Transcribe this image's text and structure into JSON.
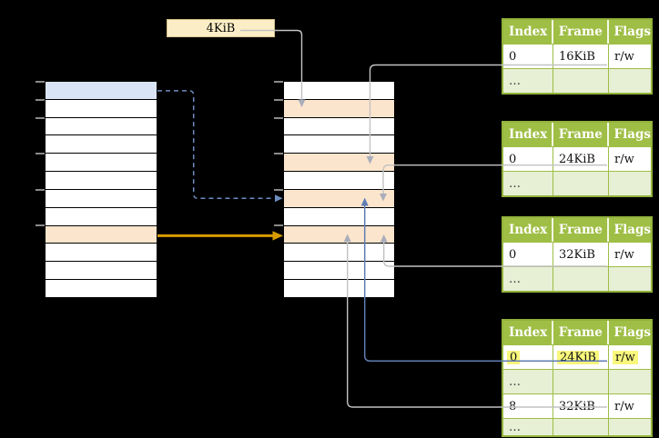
{
  "size_label": {
    "text": "4KiB"
  },
  "memory": {
    "virtual": {
      "name": "virtual-memory",
      "rows": [
        "blue",
        "white",
        "white",
        "white",
        "white",
        "white",
        "white",
        "white",
        "orange",
        "white",
        "white",
        "white"
      ],
      "tick_rows": [
        0,
        1,
        2,
        4,
        6,
        8
      ]
    },
    "physical": {
      "name": "physical-memory",
      "rows": [
        "white",
        "orange",
        "white",
        "white",
        "orange",
        "white",
        "orange",
        "white",
        "orange",
        "white",
        "white",
        "white"
      ],
      "tick_rows": [
        0,
        1,
        2,
        4,
        6,
        8
      ]
    }
  },
  "page_tables": [
    {
      "name": "page-table-16kib",
      "headers": [
        "Index",
        "Frame",
        "Flags"
      ],
      "rows": [
        {
          "cells": [
            "0",
            "16KiB",
            "r/w"
          ],
          "variant": "white"
        },
        {
          "cells": [
            "…",
            "",
            ""
          ],
          "variant": "green"
        }
      ]
    },
    {
      "name": "page-table-24kib",
      "headers": [
        "Index",
        "Frame",
        "Flags"
      ],
      "rows": [
        {
          "cells": [
            "0",
            "24KiB",
            "r/w"
          ],
          "variant": "white"
        },
        {
          "cells": [
            "…",
            "",
            ""
          ],
          "variant": "green"
        }
      ]
    },
    {
      "name": "page-table-32kib",
      "headers": [
        "Index",
        "Frame",
        "Flags"
      ],
      "rows": [
        {
          "cells": [
            "0",
            "32KiB",
            "r/w"
          ],
          "variant": "white"
        },
        {
          "cells": [
            "…",
            "",
            ""
          ],
          "variant": "green"
        }
      ]
    },
    {
      "name": "page-table-level4",
      "headers": [
        "Index",
        "Frame",
        "Flags"
      ],
      "rows": [
        {
          "cells": [
            "0",
            "24KiB",
            "r/w"
          ],
          "variant": "white",
          "highlighted": true
        },
        {
          "cells": [
            "…",
            "",
            ""
          ],
          "variant": "green"
        },
        {
          "cells": [
            "8",
            "32KiB",
            "r/w"
          ],
          "variant": "white"
        },
        {
          "cells": [
            "…",
            "",
            ""
          ],
          "variant": "green",
          "height": 19
        }
      ]
    }
  ],
  "colors": {
    "background": "#000000",
    "table_header_green": "#9FBE45",
    "table_border_green": "#93B23C",
    "table_row_light_green": "#E7EFD5",
    "highlight_yellow": "#F9F77C",
    "memory_row_blue": "#D9E5F7",
    "memory_row_orange": "#FCE5CD",
    "size_label_tan": "#FBEEC6",
    "arrow_orange": "#D79B00",
    "arrow_blue": "#6C8EBF",
    "connector_gray": "#C2C2C2"
  }
}
